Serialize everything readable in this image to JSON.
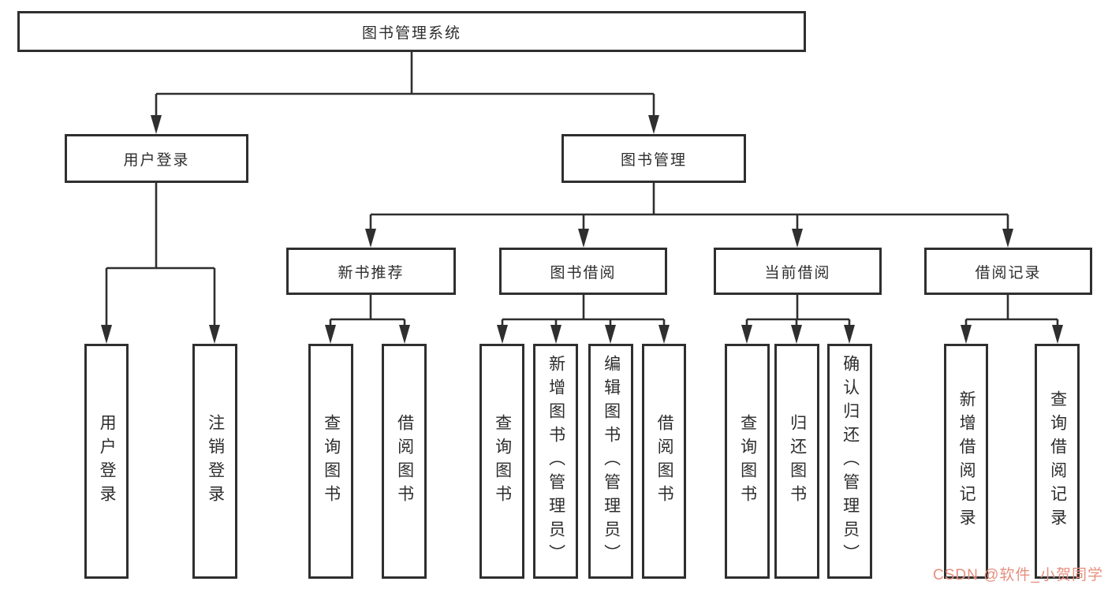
{
  "tree": {
    "root": {
      "label": "图书管理系统"
    },
    "user_login": {
      "label": "用户登录",
      "children": [
        "用户登录",
        "注销登录"
      ]
    },
    "book_mgmt": {
      "label": "图书管理"
    },
    "new_books": {
      "label": "新书推荐",
      "children": [
        "查询图书",
        "借阅图书"
      ]
    },
    "book_borrow": {
      "label": "图书借阅",
      "children": [
        "查询图书",
        "新增图书（管理员）",
        "编辑图书（管理员）",
        "借阅图书"
      ]
    },
    "current_borrow": {
      "label": "当前借阅",
      "children": [
        "查询图书",
        "归还图书",
        "确认归还（管理员）"
      ]
    },
    "borrow_records": {
      "label": "借阅记录",
      "children": [
        "新增借阅记录",
        "查询借阅记录"
      ]
    }
  },
  "watermark": {
    "text": "CSDN @软件_小贺同学"
  },
  "colors": {
    "line": "#2f2f2f",
    "text": "#2d2d2d",
    "watermark": "#e78f7f",
    "background": "#ffffff"
  }
}
